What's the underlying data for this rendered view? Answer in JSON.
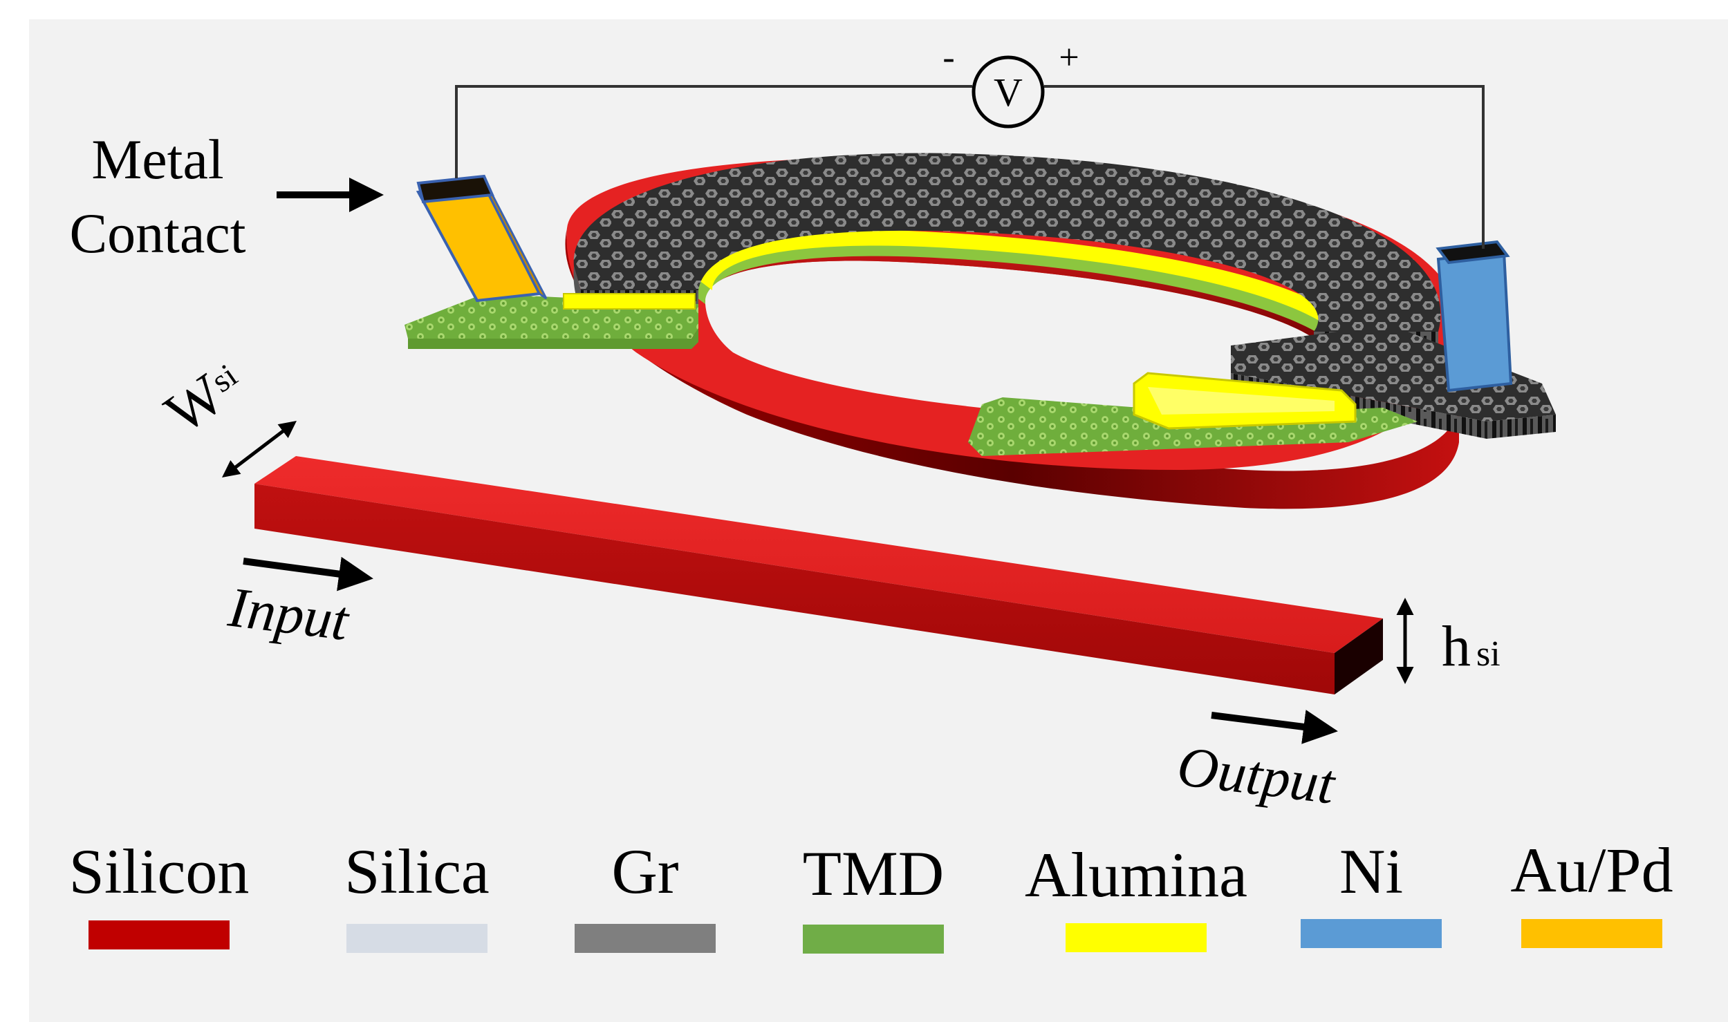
{
  "labels": {
    "metal_contact_line1": "Metal",
    "metal_contact_line2": "Contact",
    "voltmeter": "V",
    "voltage_minus": "-",
    "voltage_plus": "+",
    "width_symbol": "W",
    "width_subscript": "si",
    "height_symbol": "h",
    "height_subscript": "si",
    "input": "Input",
    "output": "Output"
  },
  "legend": [
    {
      "label": "Silicon",
      "color": "#c00000"
    },
    {
      "label": "Silica",
      "color": "#d6dce5"
    },
    {
      "label": "Gr",
      "color": "#7f7f7f"
    },
    {
      "label": "TMD",
      "color": "#70ad47"
    },
    {
      "label": "Alumina",
      "color": "#ffff00"
    },
    {
      "label": "Ni",
      "color": "#5b9bd5"
    },
    {
      "label": "Au/Pd",
      "color": "#ffc000"
    }
  ],
  "colors": {
    "background": "#f2f2f2",
    "silicon": "#e02020",
    "silicon_dark": "#8b0000",
    "graphene": "#3a3a3a",
    "tmd": "#8cc63f",
    "alumina": "#ffff00",
    "nickel": "#5b9bd5",
    "gold": "#ffc000"
  }
}
